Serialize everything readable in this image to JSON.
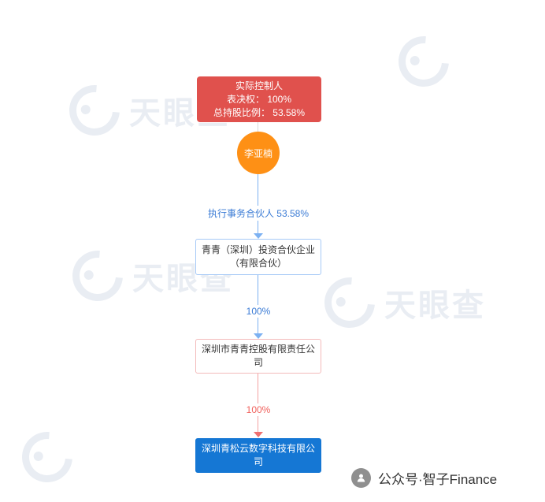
{
  "watermark": {
    "brand": "天眼查"
  },
  "diagram": {
    "controller": {
      "lines": [
        "实际控制人",
        "表决权： 100%",
        "总持股比例： 53.58%"
      ],
      "bg_color": "#e0514d"
    },
    "person": {
      "name": "李亚楠",
      "bg_color": "#fe9015"
    },
    "edges": {
      "person_to_partnership": {
        "label": "执行事务合伙人 53.58%",
        "label_color": "#3a7bd5",
        "line_color": "#7cb1f2"
      },
      "partnership_to_holding": {
        "label": "100%",
        "label_color": "#3a7bd5",
        "line_color": "#7cb1f2"
      },
      "holding_to_target": {
        "label": "100%",
        "label_color": "#f0615c",
        "line_color": "#f4a2a2"
      }
    },
    "partnership": {
      "name": "青青（深圳）投资合伙企业（有限合伙）",
      "border_color": "#a6c9f7"
    },
    "holding": {
      "name": "深圳市青青控股有限责任公司",
      "border_color": "#f3baba"
    },
    "target": {
      "name": "深圳青松云数字科技有限公司",
      "bg_color": "#1577d4"
    }
  },
  "footer": {
    "watermark_text": "公众号·智子Finance"
  }
}
